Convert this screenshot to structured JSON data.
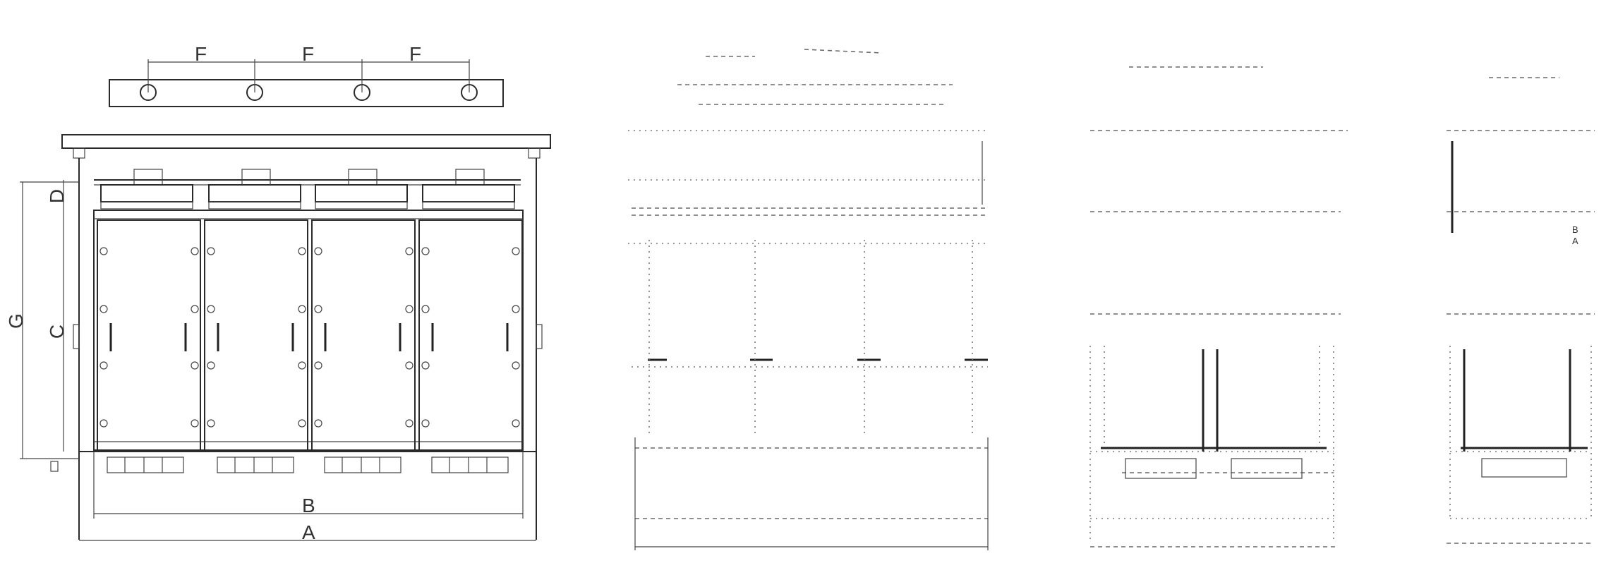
{
  "drawing": {
    "dimension_labels": {
      "A": "A",
      "B": "B",
      "C": "C",
      "D": "D",
      "F1": "F",
      "F2": "F",
      "F3": "F",
      "G": "G"
    },
    "side_view_labels": {
      "A": "A",
      "B": "B"
    },
    "colors": {
      "line": "#2a2a2a",
      "background": "#ffffff"
    }
  }
}
